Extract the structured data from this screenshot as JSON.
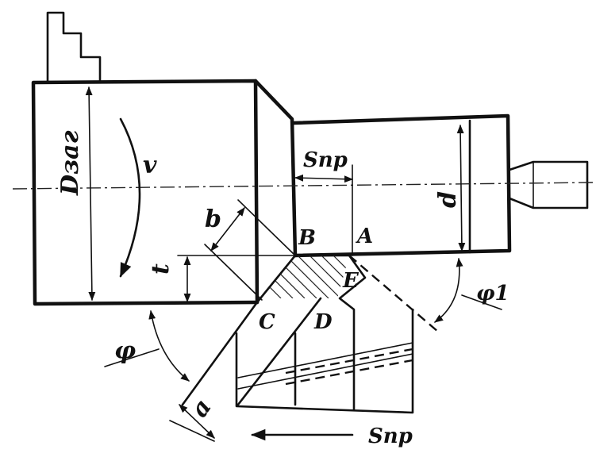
{
  "labels": {
    "d_blank": "Dзаг",
    "velocity": "v",
    "feed_top": "Sпр",
    "diameter": "d",
    "b": "b",
    "point_B": "B",
    "point_A": "A",
    "point_E": "E",
    "depth": "t",
    "point_C": "C",
    "point_D": "D",
    "phi": "φ",
    "phi1": "φ1",
    "a": "a",
    "feed_bottom": "Sпр"
  }
}
